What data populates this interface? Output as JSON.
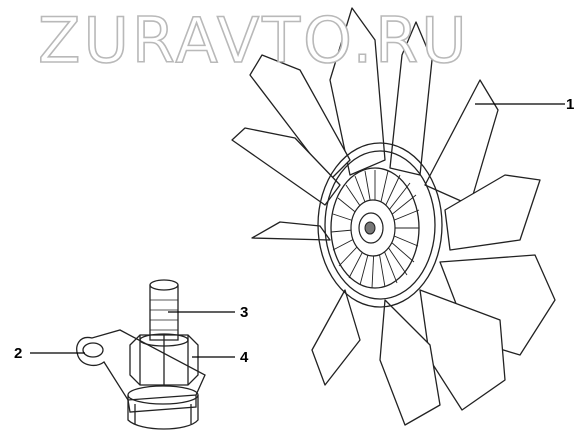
{
  "watermark": "ZURAVTO.RU",
  "callouts": [
    "1",
    "2",
    "3",
    "4"
  ],
  "colors": {
    "line": "#222222",
    "watermark": "#b9b9b9",
    "background": "#ffffff"
  }
}
